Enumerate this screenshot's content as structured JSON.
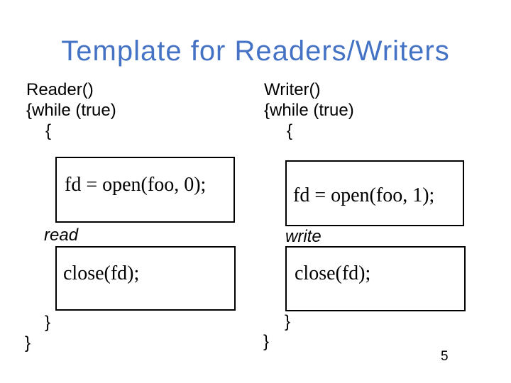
{
  "slide": {
    "title": "Template for Readers/Writers",
    "page_number": "5",
    "colors": {
      "title": "#4472C4",
      "body_text": "#000000",
      "box_border": "#000000",
      "background": "#FFFFFF"
    }
  },
  "reader": {
    "header": "Reader()",
    "loop_line": "{while (true)",
    "open_brace": "{",
    "open_call": "fd = open(foo, 0);",
    "action_label": "read",
    "close_call": "close(fd);",
    "inner_close_brace": "}",
    "outer_close_brace": "}"
  },
  "writer": {
    "header": "Writer()",
    "loop_line": "{while (true)",
    "open_brace": "{",
    "open_call": "fd = open(foo, 1);",
    "action_label": "write",
    "close_call": "close(fd);",
    "inner_close_brace": "}",
    "outer_close_brace": "}"
  }
}
